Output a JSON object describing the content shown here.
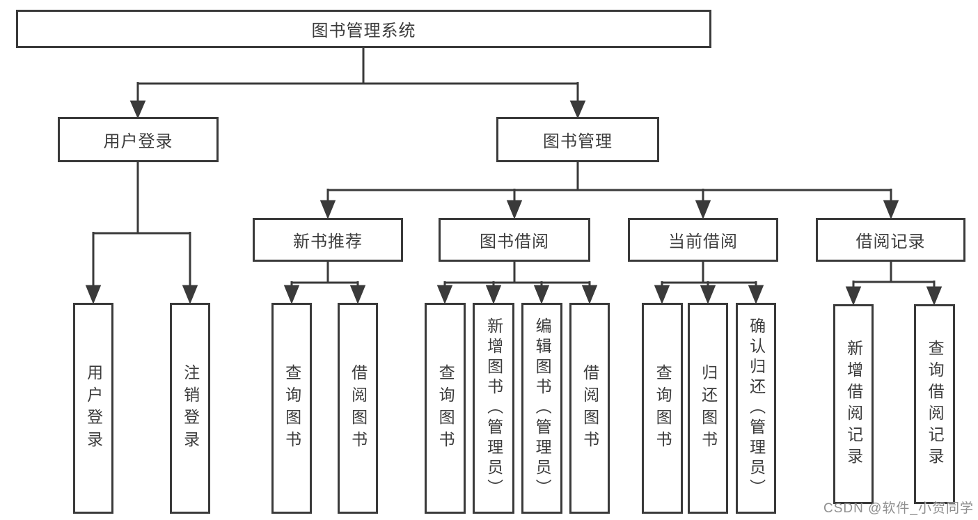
{
  "diagram_title": "图书管理系统",
  "tree": {
    "root": {
      "label": "图书管理系统"
    },
    "branches": [
      {
        "label": "用户登录",
        "children": [
          "用户登录",
          "注销登录"
        ]
      },
      {
        "label": "图书管理",
        "groups": [
          {
            "label": "新书推荐",
            "children": [
              "查询图书",
              "借阅图书"
            ]
          },
          {
            "label": "图书借阅",
            "children": [
              "查询图书",
              "新增图书（管理员）",
              "编辑图书（管理员）",
              "借阅图书"
            ]
          },
          {
            "label": "当前借阅",
            "children": [
              "查询图书",
              "归还图书",
              "确认归还（管理员）"
            ]
          },
          {
            "label": "借阅记录",
            "children": [
              "新增借阅记录",
              "查询借阅记录"
            ]
          }
        ]
      }
    ]
  },
  "watermark": {
    "text": "CSDN @软件_小贺同学"
  },
  "colors": {
    "line": "#3a3a3a",
    "text": "#3c3c3c",
    "background": "#ffffff",
    "watermark_gray": "#808080"
  }
}
